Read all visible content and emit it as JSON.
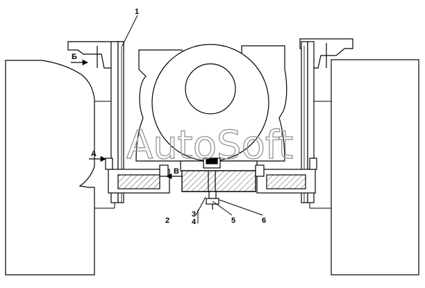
{
  "drawing": {
    "watermark": "AutoSoft",
    "callouts": {
      "c1": "1",
      "c2": "2",
      "c3": "3",
      "c4": "4",
      "c5": "5",
      "c6": "6"
    },
    "views": {
      "a": "А",
      "b": "Б",
      "v": "В"
    }
  }
}
